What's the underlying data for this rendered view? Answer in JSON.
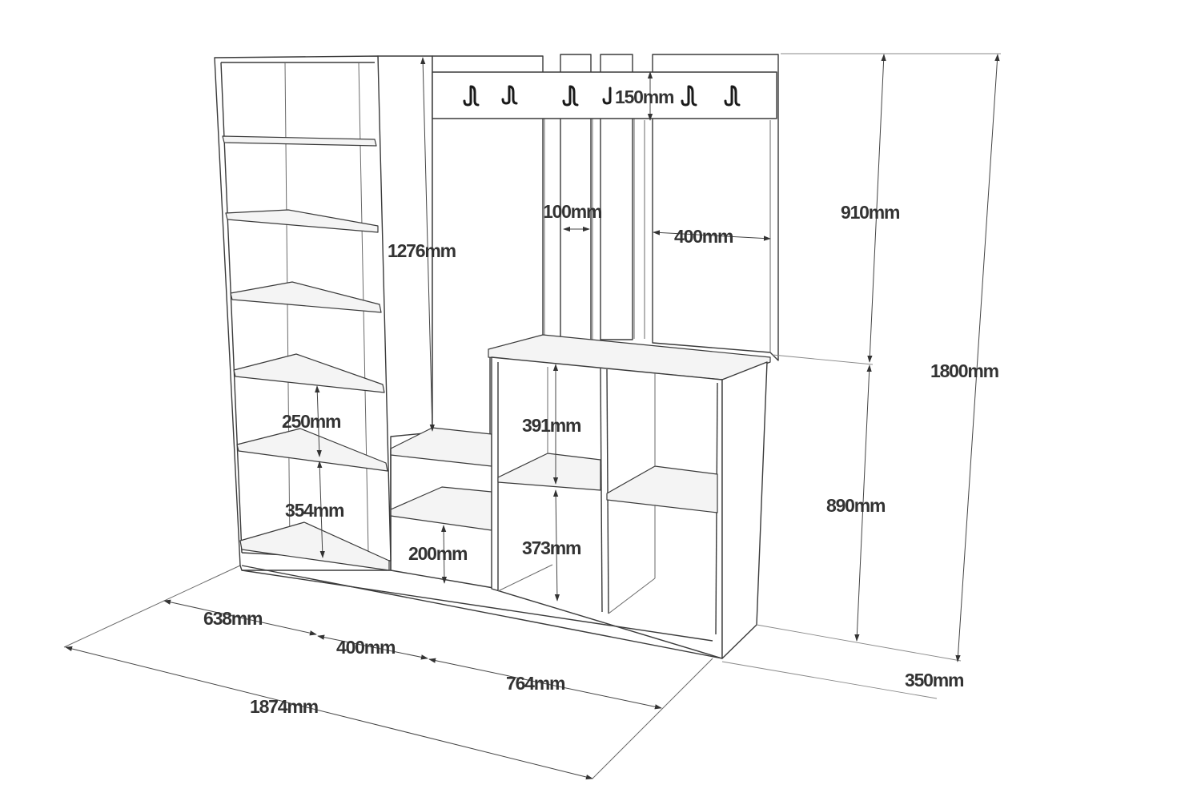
{
  "dimensions": {
    "hook_rail_height": "150mm",
    "panel_gap": "100mm",
    "panel_width": "400mm",
    "upper_height": "910mm",
    "total_height": "1800mm",
    "column_height": "1276mm",
    "upper_cube_height": "391mm",
    "lower_cube_height": "373mm",
    "lower_height": "890mm",
    "shelf_spacing": "250mm",
    "bottom_shelf_height": "354mm",
    "low_shelf_height": "200mm",
    "bookcase_width": "638mm",
    "middle_width": "400mm",
    "cabinet_width": "764mm",
    "depth": "350mm",
    "total_width": "1874mm"
  },
  "colors": {
    "line": "#3a3a3a",
    "label": "#333333",
    "hook": "#1a1a1a",
    "background": "#ffffff"
  },
  "hooks": {
    "count": 6,
    "icon": "coat-hook-icon"
  }
}
